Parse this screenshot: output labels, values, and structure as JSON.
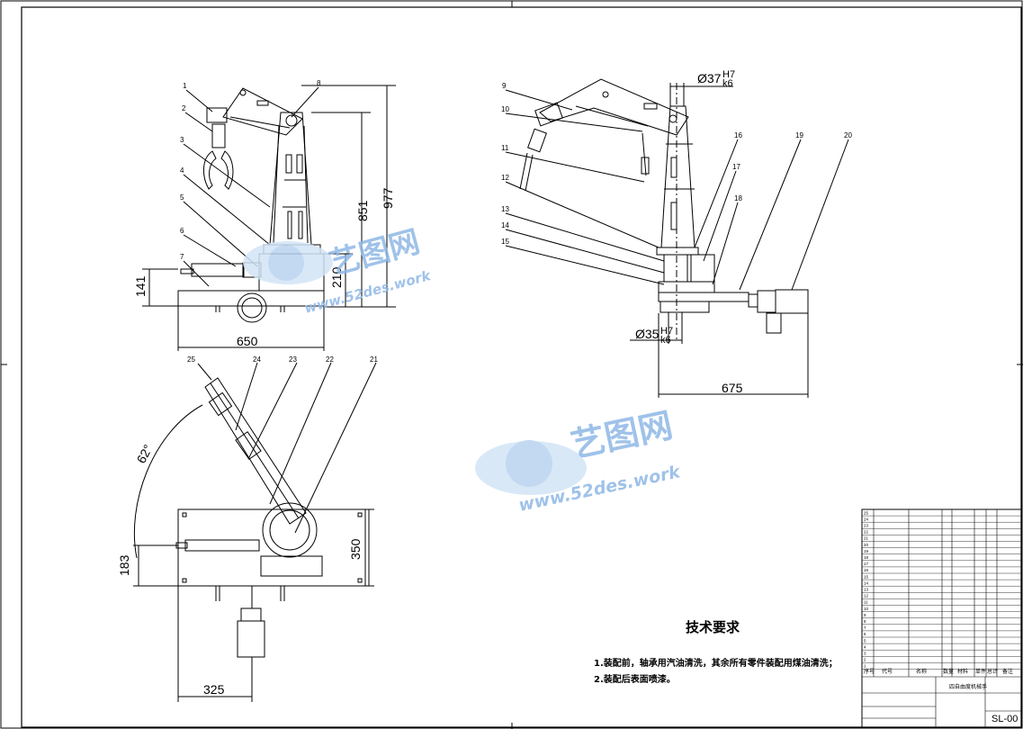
{
  "drawing": {
    "dimensions": {
      "front_height_total": "977",
      "front_height_column": "851",
      "front_height_base": "210",
      "front_height_left": "141",
      "front_width": "650",
      "side_diameter_top": "Ø37",
      "side_diameter_top_fit_upper": "H7",
      "side_diameter_top_fit_lower": "k6",
      "side_diameter_bottom": "Ø35",
      "side_diameter_bottom_fit_upper": "H7",
      "side_diameter_bottom_fit_lower": "k6",
      "side_width": "675",
      "top_angle": "62°",
      "top_height_right": "350",
      "top_height_left": "183",
      "top_width_bottom": "325"
    },
    "callouts_front": [
      "1",
      "2",
      "3",
      "4",
      "5",
      "6",
      "7",
      "8"
    ],
    "callouts_side": [
      "9",
      "10",
      "11",
      "12",
      "13",
      "14",
      "15",
      "16",
      "17",
      "18",
      "19",
      "20"
    ],
    "callouts_top": [
      "25",
      "24",
      "23",
      "22",
      "21"
    ]
  },
  "watermark": {
    "brand": "艺图网",
    "url": "www.52des.work",
    "url_partial": "www.52des.work"
  },
  "technical_requirements": {
    "title": "技术要求",
    "items": [
      "1.装配前，轴承用汽油清洗，其余所有零件装配用煤油清洗；",
      "2.装配后表面喷漆。"
    ]
  },
  "bom_rows": [
    "25",
    "24",
    "23",
    "22",
    "21",
    "20",
    "19",
    "18",
    "17",
    "16",
    "15",
    "14",
    "13",
    "12",
    "11",
    "10",
    "9",
    "8",
    "7",
    "6",
    "5",
    "4",
    "3",
    "2",
    "1"
  ],
  "title_block": {
    "header_index": "序号",
    "header_code": "代号",
    "header_name": "名称",
    "header_qty": "数量",
    "header_material": "材料",
    "header_weight": "单件",
    "header_total": "总计",
    "header_note": "备注",
    "drawing_no": "SL-00",
    "drawing_name": "四自由度机械手"
  }
}
